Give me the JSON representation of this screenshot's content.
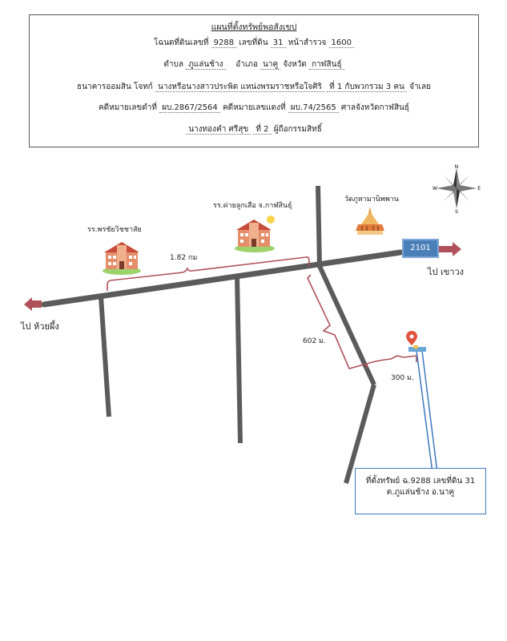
{
  "header": {
    "title": "แผนที่ตั้งทรัพย์พอสังเขป",
    "deed_label": "โฉนดที่ดินเลขที่",
    "deed_number": "9288",
    "land_no_label": "เลขที่ดิน",
    "land_no": "31",
    "survey_page_label": "หน้าสำรวจ",
    "survey_page": "1600",
    "subdistrict_label": "ตำบล",
    "subdistrict": "ภูแล่นช้าง",
    "district_label": "อำเภอ",
    "district": "นาคู",
    "province_label": "จังหวัด",
    "province": "กาฬสินธุ์",
    "plaintiff_label": "ธนาคารออมสิน  โจทก์",
    "defendant": "นางหรือนางสาวประพิด แหน่งพรมราชหรือใจศิริ",
    "defendant_no": "ที่ 1  กับพวกรวม 3 คน",
    "defendant_label": "จำเลย",
    "black_case_label": "คดีหมายเลขดำที่",
    "black_case": "ผบ.2867/2564",
    "red_case_label": "คดีหมายเลขแดงที่",
    "red_case": "ผบ.74/2565",
    "court": "ศาลจังหวัดกาฬสินธุ์",
    "owner": "นางทองคำ ศรีสุข",
    "owner_no": "ที่ 2",
    "owner_label": "ผู้ถือกรรมสิทธิ์"
  },
  "map": {
    "school1_label": "รร.พรชัยวิชชาสัย",
    "school2_label": "รร.ค่ายลูกเสือ จ.กาฬสินธุ์",
    "temple_label": "วัดภูหามานิพพาน",
    "dist_1": "1.82 กม",
    "dist_2": "602 ม.",
    "dist_3": "300 ม.",
    "road_number": "2101",
    "to_east": "ไป เขาวง",
    "to_west": "ไป ห้วยผึ้ง",
    "property_line1": "ที่ตั้งทรัพย์ ฉ.9288 เลขที่ดิน 31",
    "property_line2": "ต.ภูแล่นช้าง อ.นาคู",
    "compass": {
      "n": "N",
      "s": "S",
      "e": "E",
      "w": "W"
    },
    "colors": {
      "road": "#5b5b5b",
      "route": "#b0505a",
      "arrow": "#b0505a",
      "badge": "#4a7fb8",
      "pointer": "#3c78c0",
      "pin": "#e0533c"
    },
    "icons": [
      "school-building-icon",
      "temple-icon",
      "location-pin-icon",
      "compass-rose-icon"
    ]
  }
}
